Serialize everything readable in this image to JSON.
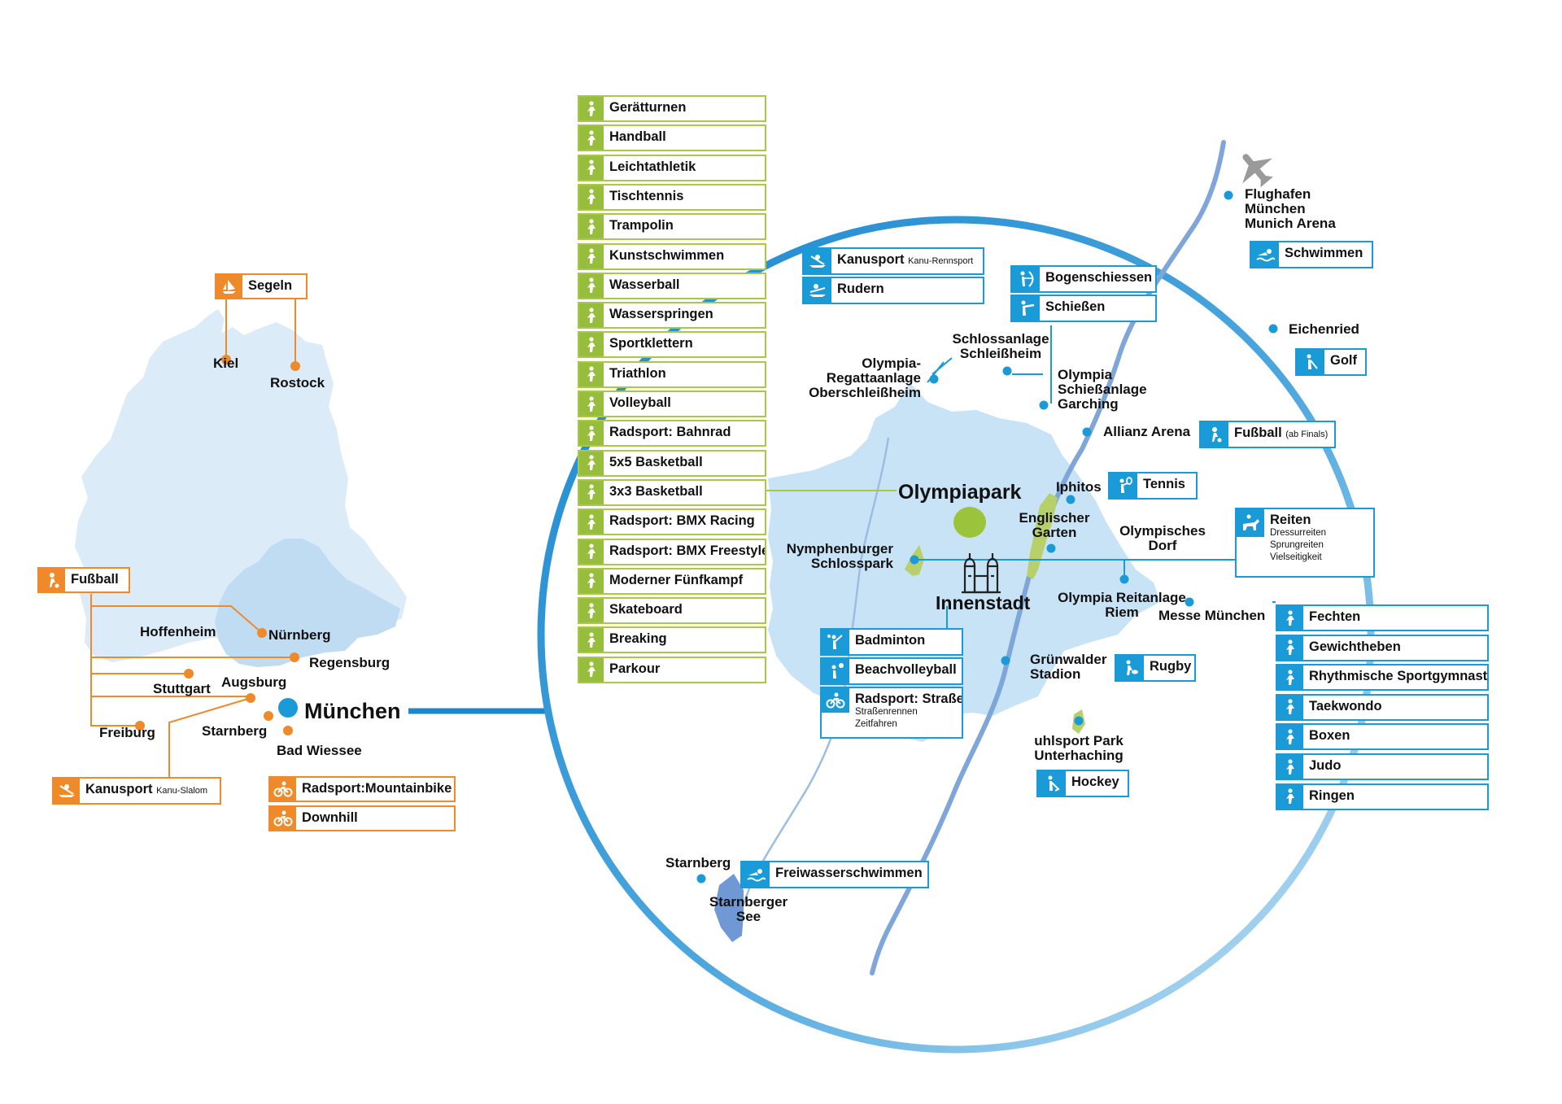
{
  "colors": {
    "blue": "#1a9ad6",
    "orange": "#ef8a2b",
    "green": "#96bd3c",
    "germany_fill": "#dcebf8",
    "bavaria_fill": "#bfdcf3",
    "munich_fill": "#c9e3f6",
    "river": "#7fa6d8",
    "park": "#b7d06a",
    "ring_dark": "#1a87cf",
    "ring_light": "#bfe0f5"
  },
  "germany": {
    "cities": {
      "kiel": "Kiel",
      "rostock": "Rostock",
      "hoffenheim": "Hoffenheim",
      "nuernberg": "Nürnberg",
      "regensburg": "Regensburg",
      "stuttgart": "Stuttgart",
      "augsburg": "Augsburg",
      "muenchen": "München",
      "freiburg": "Freiburg",
      "starnberg": "Starnberg",
      "bad_wiessee": "Bad Wiessee"
    },
    "boxes": {
      "segeln": {
        "label": "Segeln",
        "icon": "sailing-icon"
      },
      "fussball": {
        "label": "Fußball",
        "icon": "football-icon"
      },
      "kanu": {
        "label": "Kanusport",
        "sub": "Kanu-Slalom",
        "icon": "canoe-icon"
      },
      "mtb": {
        "label": "Radsport:Mountainbike",
        "icon": "mountainbike-icon"
      },
      "downhill": {
        "label": "Downhill",
        "icon": "mountainbike-icon"
      }
    }
  },
  "venue_list": [
    {
      "label": "Gerätturnen",
      "icon": "gymnastics-icon"
    },
    {
      "label": "Handball",
      "icon": "handball-icon"
    },
    {
      "label": "Leichtathletik",
      "icon": "athletics-icon"
    },
    {
      "label": "Tischtennis",
      "icon": "table-tennis-icon"
    },
    {
      "label": "Trampolin",
      "icon": "trampoline-icon"
    },
    {
      "label": "Kunstschwimmen",
      "icon": "artistic-swimming-icon"
    },
    {
      "label": "Wasserball",
      "icon": "water-polo-icon"
    },
    {
      "label": "Wasserspringen",
      "icon": "diving-icon"
    },
    {
      "label": "Sportklettern",
      "icon": "climbing-icon"
    },
    {
      "label": "Triathlon",
      "icon": "triathlon-icon"
    },
    {
      "label": "Volleyball",
      "icon": "volleyball-icon"
    },
    {
      "label": "Radsport: Bahnrad",
      "icon": "track-cycling-icon"
    },
    {
      "label": "5x5 Basketball",
      "icon": "basketball-icon"
    },
    {
      "label": "3x3 Basketball",
      "icon": "basketball-icon"
    },
    {
      "label": "Radsport: BMX Racing",
      "icon": "bmx-icon"
    },
    {
      "label": "Radsport: BMX Freestyle",
      "icon": "bmx-icon"
    },
    {
      "label": "Moderner Fünfkampf",
      "icon": "pentathlon-icon"
    },
    {
      "label": "Skateboard",
      "icon": "skateboard-icon"
    },
    {
      "label": "Breaking",
      "icon": "breaking-icon"
    },
    {
      "label": "Parkour",
      "icon": "parkour-icon"
    }
  ],
  "munich": {
    "places": {
      "flughafen": "Flughafen\nMünchen\nMunich Arena",
      "eichenried": "Eichenried",
      "regatta": "Olympia-\nRegattaanlage\nOberschleißheim",
      "schloss": "Schlossanlage\nSchleißheim",
      "schiess": "Olympia\nSchießanlage\nGarching",
      "allianz": "Allianz Arena",
      "olympiapark": "Olympiapark",
      "iphitos": "Iphitos",
      "englischer": "Englischer\nGarten",
      "dorf": "Olympisches\nDorf",
      "nymphenburg": "Nymphenburger\nSchlosspark",
      "innenstadt": "Innenstadt",
      "reitanlage": "Olympia Reitanlage\nRiem",
      "messe": "Messe München",
      "gruenwalder": "Grünwalder\nStadion",
      "unterhaching": "uhlsport Park\nUnterhaching",
      "starnberg": "Starnberg",
      "starnberger_see": "Starnberger\nSee"
    },
    "boxes": {
      "kanu_renn": {
        "label": "Kanusport",
        "sub": "Kanu-Rennsport",
        "icon": "canoe-icon"
      },
      "rudern": {
        "label": "Rudern",
        "icon": "rowing-icon"
      },
      "bogen": {
        "label": "Bogenschiessen",
        "icon": "archery-icon"
      },
      "schiessen": {
        "label": "Schießen",
        "icon": "shooting-icon"
      },
      "schwimmen": {
        "label": "Schwimmen",
        "icon": "swimming-icon"
      },
      "golf": {
        "label": "Golf",
        "icon": "golf-icon"
      },
      "fussball_finals": {
        "label": "Fußball",
        "sub": "(ab Finals)",
        "icon": "football-icon"
      },
      "tennis": {
        "label": "Tennis",
        "icon": "tennis-icon"
      },
      "reiten": {
        "label": "Reiten",
        "lines": [
          "Dressurreiten",
          "Sprungreiten",
          "Vielseitigkeit"
        ],
        "icon": "equestrian-icon"
      },
      "badminton": {
        "label": "Badminton",
        "icon": "badminton-icon"
      },
      "beach": {
        "label": "Beachvolleyball",
        "icon": "beachvolleyball-icon"
      },
      "strasse": {
        "label": "Radsport: Straße",
        "lines": [
          "Straßenrennen",
          "Zeitfahren"
        ],
        "icon": "road-cycling-icon"
      },
      "rugby": {
        "label": "Rugby",
        "icon": "rugby-icon"
      },
      "hockey": {
        "label": "Hockey",
        "icon": "hockey-icon"
      },
      "freiwasser": {
        "label": "Freiwasserschwimmen",
        "icon": "swimming-icon"
      },
      "fechten": {
        "label": "Fechten",
        "icon": "fencing-icon"
      },
      "gewicht": {
        "label": "Gewichtheben",
        "icon": "weightlifting-icon"
      },
      "rsg": {
        "label": "Rhythmische Sportgymnastik",
        "icon": "rhythmic-gymnastics-icon"
      },
      "taekwondo": {
        "label": "Taekwondo",
        "icon": "taekwondo-icon"
      },
      "boxen": {
        "label": "Boxen",
        "icon": "boxing-icon"
      },
      "judo": {
        "label": "Judo",
        "icon": "judo-icon"
      },
      "ringen": {
        "label": "Ringen",
        "icon": "wrestling-icon"
      }
    }
  }
}
